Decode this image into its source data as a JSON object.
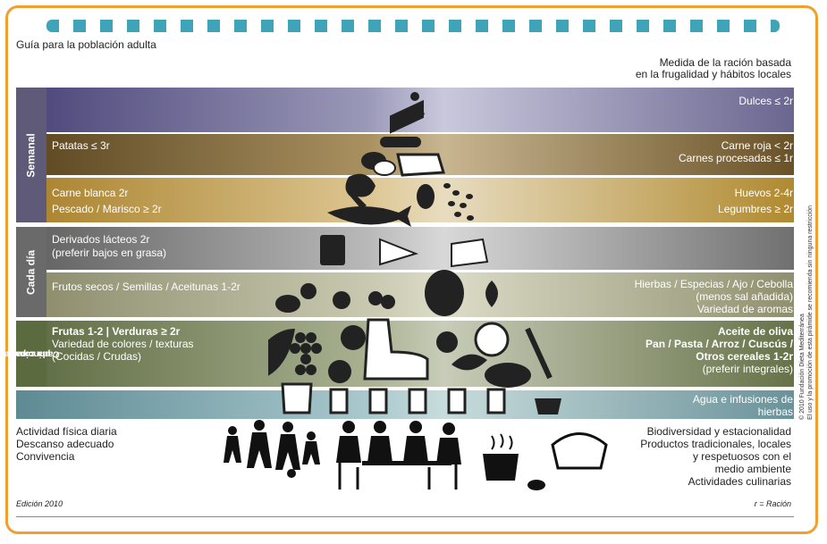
{
  "header": {
    "subtitle_left": "Guía para la población adulta",
    "subtitle_right_1": "Medida de la ración basada",
    "subtitle_right_2": "en la frugalidad y hábitos locales"
  },
  "sidebars": {
    "semanal": "Semanal",
    "cada_dia": "Cada día",
    "cada_comida_1": "Cada comida",
    "cada_comida_2": "principal"
  },
  "rows": {
    "dulces": "Dulces ≤ 2r",
    "patatas": "Patatas ≤ 3r",
    "carne_roja": "Carne roja < 2r",
    "carnes_procesadas": "Carnes procesadas ≤ 1r",
    "carne_blanca": "Carne blanca 2r",
    "pescado": "Pescado / Marisco ≥ 2r",
    "huevos": "Huevos 2-4r",
    "legumbres": "Legumbres ≥ 2r",
    "lacteos_1": "Derivados lácteos 2r",
    "lacteos_2": "(preferir bajos en grasa)",
    "frutos_secos": "Frutos secos / Semillas / Aceitunas 1-2r",
    "hierbas_1": "Hierbas / Especias / Ajo / Cebolla",
    "hierbas_2": "(menos sal añadida)",
    "hierbas_3": "Variedad de aromas",
    "frutas_1": "Frutas 1-2 | Verduras ≥ 2r",
    "frutas_2": "Variedad de colores / texturas",
    "frutas_3": "(Cocidas / Crudas)",
    "aceite_1": "Aceite de oliva",
    "aceite_2": "Pan / Pasta / Arroz / Cuscús /",
    "aceite_3": "Otros cereales 1-2r",
    "aceite_4": "(preferir integrales)",
    "agua_1": "Agua e infusiones de",
    "agua_2": "hierbas"
  },
  "footer": {
    "left_1": "Actividad física diaria",
    "left_2": "Descanso adecuado",
    "left_3": "Convivencia",
    "right_1": "Biodiversidad y estacionalidad",
    "right_2": "Productos tradicionales, locales",
    "right_3": "y respetuosos con el",
    "right_4": "medio ambiente",
    "right_5": "Actividades culinarias",
    "edicion": "Edición 2010",
    "racion": "r = Ración"
  },
  "side_note": {
    "line1": "© 2010 Fundación Dieta Mediterránea",
    "line2": "El uso y la promoción de esta pirámide se recomienda sin ninguna restricción"
  },
  "colors": {
    "border": "#f0a030",
    "title_accent": "#2a9ab0"
  }
}
